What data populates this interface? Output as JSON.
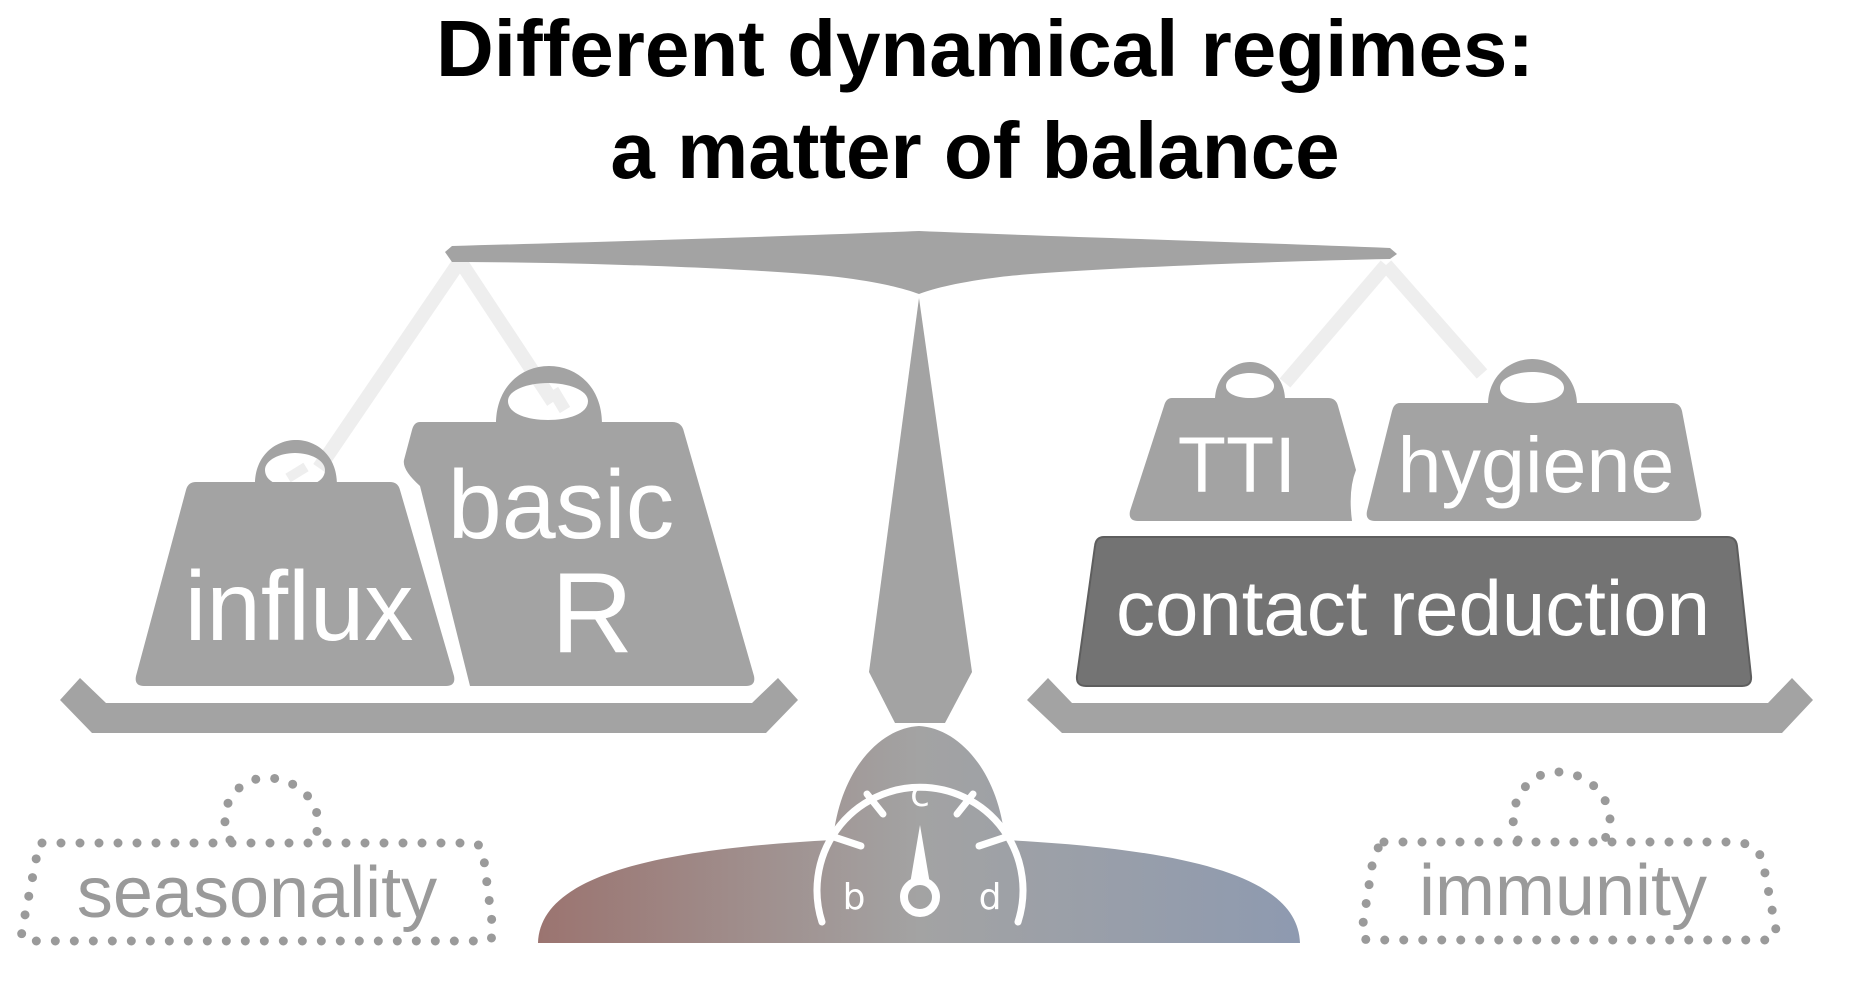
{
  "title": {
    "line1": "Different dynamical regimes:",
    "line2": "a matter of balance"
  },
  "left_pan": {
    "weights": [
      {
        "id": "influx",
        "label": "influx"
      },
      {
        "id": "basic-r",
        "label_line1": "basic",
        "label_line2": "R"
      }
    ],
    "ghost_weight": {
      "label": "seasonality"
    }
  },
  "right_pan": {
    "weights": [
      {
        "id": "tti",
        "label": "TTI"
      },
      {
        "id": "hygiene",
        "label": "hygiene"
      },
      {
        "id": "contact-reduction",
        "label": "contact reduction"
      }
    ],
    "ghost_weight": {
      "label": "immunity"
    }
  },
  "gauge": {
    "labels": {
      "left": "b",
      "top": "c",
      "right": "d"
    },
    "needle_position": "c"
  },
  "colors": {
    "scale_grey": "#a3a3a3",
    "weight_grey": "#a3a3a3",
    "heavy_weight": "#737373",
    "string": "#eeeeee",
    "base_left": "#9b7470",
    "base_mid": "#a3a3a3",
    "base_right": "#8e9ab0",
    "ghost": "#9a9a9a"
  }
}
